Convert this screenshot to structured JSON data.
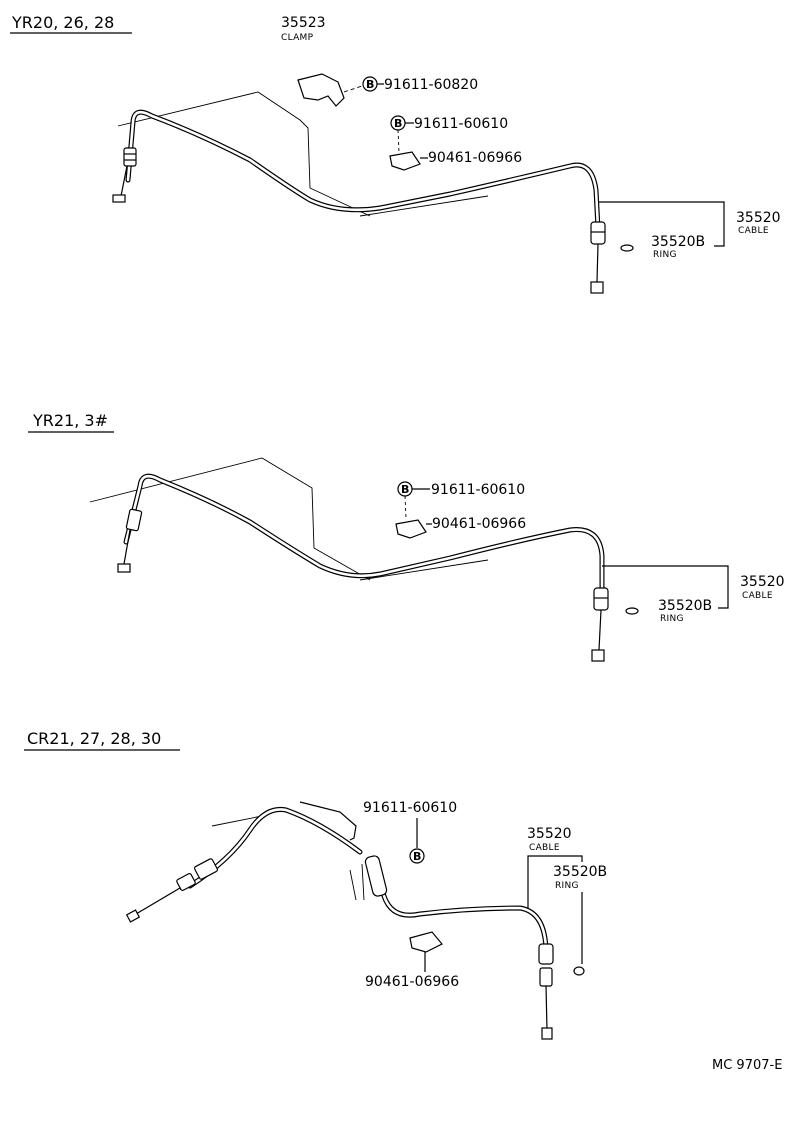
{
  "sections": [
    {
      "heading": "YR20, 26, 28",
      "parts": {
        "clamp_no": "35523",
        "clamp_name": "CLAMP",
        "bolt_a": "91611-60820",
        "bolt_b": "91611-60610",
        "clip": "90461-06966",
        "cable_no": "35520",
        "cable_name": "CABLE",
        "ring_no": "35520B",
        "ring_name": "RING"
      }
    },
    {
      "heading": "YR21, 3#",
      "parts": {
        "bolt_b": "91611-60610",
        "clip": "90461-06966",
        "cable_no": "35520",
        "cable_name": "CABLE",
        "ring_no": "35520B",
        "ring_name": "RING"
      }
    },
    {
      "heading": "CR21, 27, 28, 30",
      "parts": {
        "bolt_b": "91611-60610",
        "clip": "90461-06966",
        "cable_no": "35520",
        "cable_name": "CABLE",
        "ring_no": "35520B",
        "ring_name": "RING"
      }
    }
  ],
  "bolt_symbol": "B",
  "footer_code": "MC 9707-E"
}
